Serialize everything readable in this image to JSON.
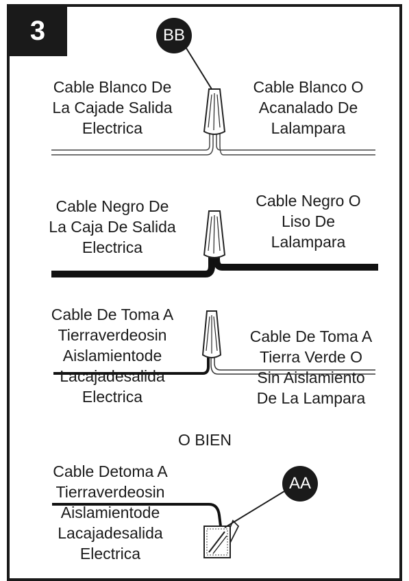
{
  "step": {
    "number": "3"
  },
  "callouts": {
    "bb": "BB",
    "aa": "AA"
  },
  "white_section": {
    "left_label": [
      "Cable Blanco De",
      "La Cajade Salida",
      "Electrica"
    ],
    "right_label": [
      "Cable Blanco O",
      "Acanalado De",
      "Lalampara"
    ]
  },
  "black_section": {
    "left_label": [
      "Cable Negro De",
      "La Caja De Salida",
      "Electrica"
    ],
    "right_label": [
      "Cable Negro O",
      "Liso De",
      "Lalampara"
    ]
  },
  "ground_section": {
    "left_label": [
      "Cable De Toma A",
      "Tierraverdeosin",
      "Aislamientode",
      "Lacajadesalida",
      "Electrica"
    ],
    "right_label": [
      "Cable De Toma A",
      "Tierra Verde O",
      "Sin Aislamiento",
      "De La Lampara"
    ]
  },
  "or_label": "O BIEN",
  "alt_section": {
    "left_label": [
      "Cable Detoma A",
      "Tierraverdeosin",
      "Aislamientode",
      "Lacajadesalida",
      "Electrica"
    ]
  },
  "colors": {
    "frame": "#1a1a1a",
    "wire_black": "#111111",
    "wire_outline": "#555555",
    "fill": "#ffffff"
  },
  "icons": [
    "wire-nut-icon",
    "ground-screw-icon"
  ]
}
